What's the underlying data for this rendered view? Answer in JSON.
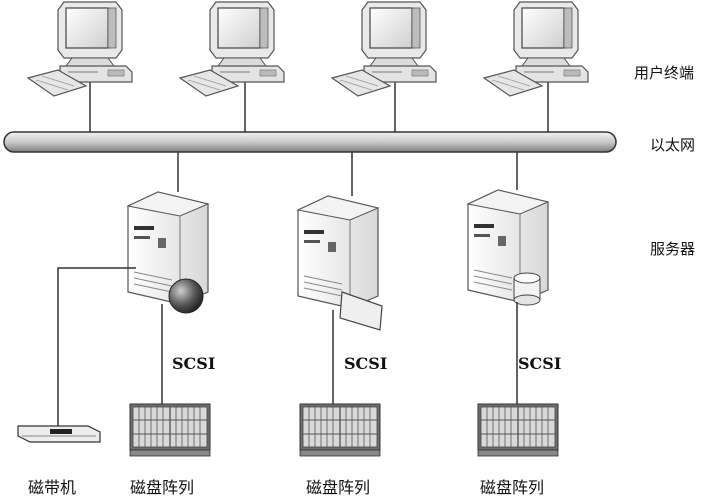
{
  "legend": {
    "user_terminal": "用户终端",
    "ethernet": "以太网",
    "server": "服务器"
  },
  "connections": {
    "scsi_1": "SCSI",
    "scsi_2": "SCSI",
    "scsi_3": "SCSI"
  },
  "devices": {
    "tape_drive": "磁带机",
    "disk_array_1": "磁盘阵列",
    "disk_array_2": "磁盘阵列",
    "disk_array_3": "磁盘阵列"
  }
}
